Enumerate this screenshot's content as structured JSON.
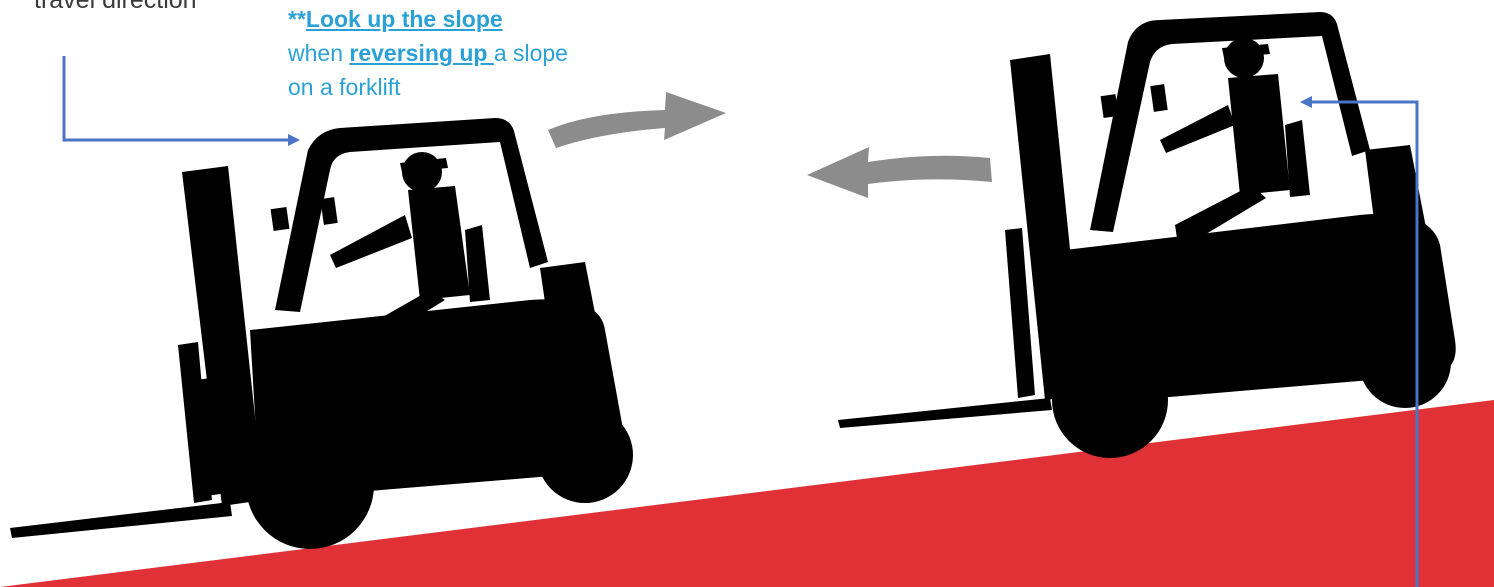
{
  "labels": {
    "travel_direction": "travel direction",
    "callout_prefix": "**",
    "callout_emphasis_1": "Look up the slope",
    "callout_when": "when ",
    "callout_emphasis_2": "reversing up ",
    "callout_suffix": "a slope on a forklift"
  },
  "colors": {
    "ramp": "#e03136",
    "silhouette": "#000000",
    "motion_arrow": "#8c8c8c",
    "pointer": "#4a74c4",
    "callout_text": "#2aa1d6",
    "label_text": "#3a3a3a"
  },
  "icons": {
    "forklift_left": "forklift-silhouette-icon",
    "forklift_right": "forklift-silhouette-icon",
    "arrow_right": "curved-arrow-right-icon",
    "arrow_left": "curved-arrow-left-icon"
  }
}
